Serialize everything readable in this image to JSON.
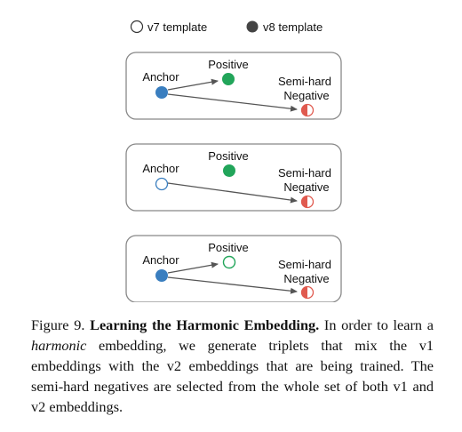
{
  "legend": {
    "v7_label": "v7 template",
    "v8_label": "v8 template"
  },
  "panels": [
    {
      "anchor_label": "Anchor",
      "positive_label": "Positive",
      "negative_label_line1": "Semi-hard",
      "negative_label_line2": "Negative",
      "anchor_style": "filled-blue",
      "positive_style": "filled-green",
      "negative_style": "half-red"
    },
    {
      "anchor_label": "Anchor",
      "positive_label": "Positive",
      "negative_label_line1": "Semi-hard",
      "negative_label_line2": "Negative",
      "anchor_style": "hollow-blue",
      "positive_style": "filled-green",
      "negative_style": "half-red"
    },
    {
      "anchor_label": "Anchor",
      "positive_label": "Positive",
      "negative_label_line1": "Semi-hard",
      "negative_label_line2": "Negative",
      "anchor_style": "filled-blue",
      "positive_style": "hollow-green",
      "negative_style": "half-red"
    }
  ],
  "caption": {
    "prefix": "Figure 9.",
    "title": "Learning the Harmonic Embedding.",
    "text1": " In order to learn a ",
    "italic": "harmonic",
    "text2": " embedding, we generate triplets that mix the v1 embeddings with the v2 embeddings that are being trained. The semi-hard negatives are selected from the whole set of both v1 and v2 embeddings."
  },
  "colors": {
    "anchor_blue": "#3a7ebf",
    "positive_green": "#22a55a",
    "negative_red": "#e05a4f",
    "legend_fill": "#444444",
    "arrow": "#555555",
    "panel_border": "#888888"
  }
}
